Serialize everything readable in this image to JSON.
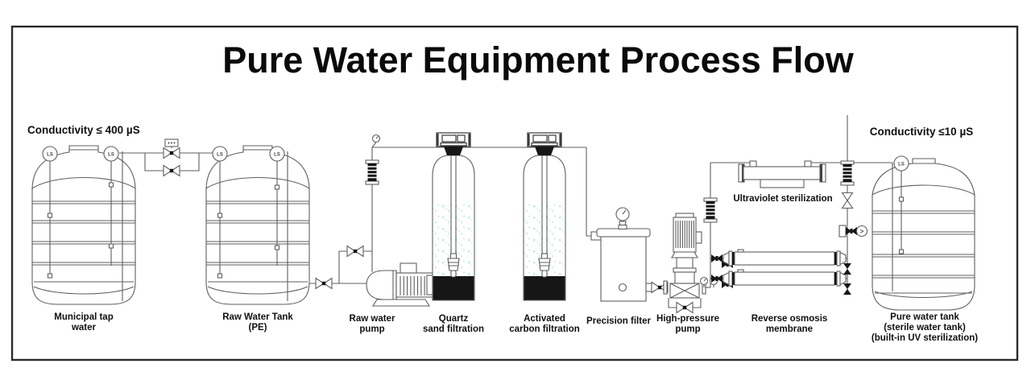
{
  "title": "Pure Water Equipment Process Flow",
  "annotations": {
    "inlet_conductivity": "Conductivity ≤ 400 µS",
    "outlet_conductivity": "Conductivity ≤10 µS"
  },
  "sensor_label": "LS",
  "flow_indicator": ">",
  "equipment": {
    "municipal_tank": {
      "lines": [
        "Municipal tap",
        "water"
      ]
    },
    "raw_water_tank": {
      "lines": [
        "Raw Water Tank",
        "(PE)"
      ]
    },
    "raw_water_pump": {
      "lines": [
        "Raw water",
        "pump"
      ]
    },
    "quartz_filter": {
      "lines": [
        "Quartz",
        "sand filtration"
      ]
    },
    "carbon_filter": {
      "lines": [
        "Activated",
        "carbon filtration"
      ]
    },
    "precision_filter": {
      "lines": [
        "Precision filter"
      ]
    },
    "high_pressure_pump": {
      "lines": [
        "High-pressure",
        "pump"
      ]
    },
    "ro_membrane": {
      "lines": [
        "Reverse osmosis",
        "membrane"
      ]
    },
    "uv_sterilizer": {
      "lines": [
        "Ultraviolet sterilization"
      ]
    },
    "pure_water_tank": {
      "lines": [
        "Pure water tank",
        "(sterile water tank)",
        "(built-in UV sterilization)"
      ]
    }
  },
  "colors": {
    "background": "#ffffff",
    "frame": "#2b2b2b",
    "line": "#5f5f5f",
    "dark_fill": "#161616",
    "media_dots": "#bfe7ea",
    "text": "#101010"
  }
}
